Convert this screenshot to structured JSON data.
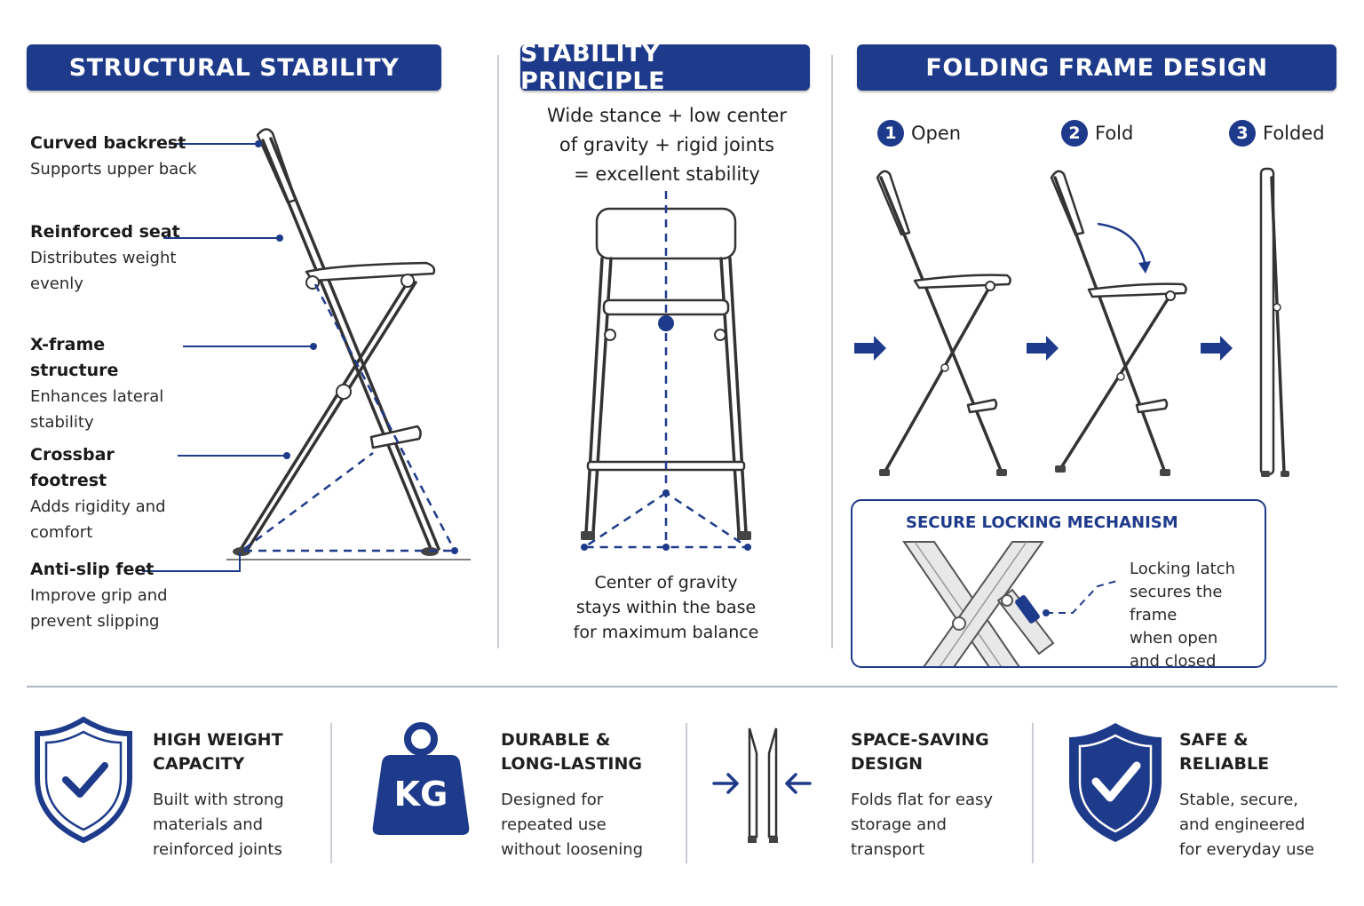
{
  "panels": {
    "structural": {
      "title": "STRUCTURAL STABILITY",
      "callouts": [
        {
          "title": "Curved backrest",
          "desc": "Supports upper back"
        },
        {
          "title": "Reinforced seat",
          "desc": "Distributes weight evenly"
        },
        {
          "title": "X-frame structure",
          "desc": "Enhances lateral stability"
        },
        {
          "title": "Crossbar footrest",
          "desc": "Adds rigidity and comfort"
        },
        {
          "title": "Anti-slip feet",
          "desc": "Improve grip and prevent slipping"
        }
      ]
    },
    "principle": {
      "title": "STABILITY PRINCIPLE",
      "lines": [
        "Wide stance + low center",
        "of gravity + rigid joints",
        "= excellent stability"
      ],
      "caption_lines": [
        "Center of gravity",
        "stays within the base",
        "for maximum balance"
      ]
    },
    "folding": {
      "title": "FOLDING FRAME DESIGN",
      "steps": [
        {
          "num": "1",
          "label": "Open"
        },
        {
          "num": "2",
          "label": "Fold"
        },
        {
          "num": "3",
          "label": "Folded"
        }
      ],
      "lock": {
        "title": "SECURE LOCKING MECHANISM",
        "lines": [
          "Locking latch",
          "secures the frame",
          "when open",
          "and closed"
        ]
      }
    }
  },
  "features": [
    {
      "icon": "shield-check-icon",
      "title_lines": [
        "HIGH WEIGHT",
        "CAPACITY"
      ],
      "desc_lines": [
        "Built with strong",
        "materials and",
        "reinforced joints"
      ]
    },
    {
      "icon": "kg-weight-icon",
      "icon_text": "KG",
      "title_lines": [
        "DURABLE &",
        "LONG-LASTING"
      ],
      "desc_lines": [
        "Designed for",
        "repeated use",
        "without loosening"
      ]
    },
    {
      "icon": "folded-chair-arrows-icon",
      "title_lines": [
        "SPACE-SAVING",
        "DESIGN"
      ],
      "desc_lines": [
        "Folds flat for easy",
        "storage and",
        "transport"
      ]
    },
    {
      "icon": "shield-check-icon",
      "title_lines": [
        "SAFE &",
        "RELIABLE"
      ],
      "desc_lines": [
        "Stable, secure,",
        "and engineered",
        "for everyday use"
      ]
    }
  ],
  "colors": {
    "accent": "#1e3a8a",
    "line": "#333333",
    "divider": "#c9ccd3"
  }
}
